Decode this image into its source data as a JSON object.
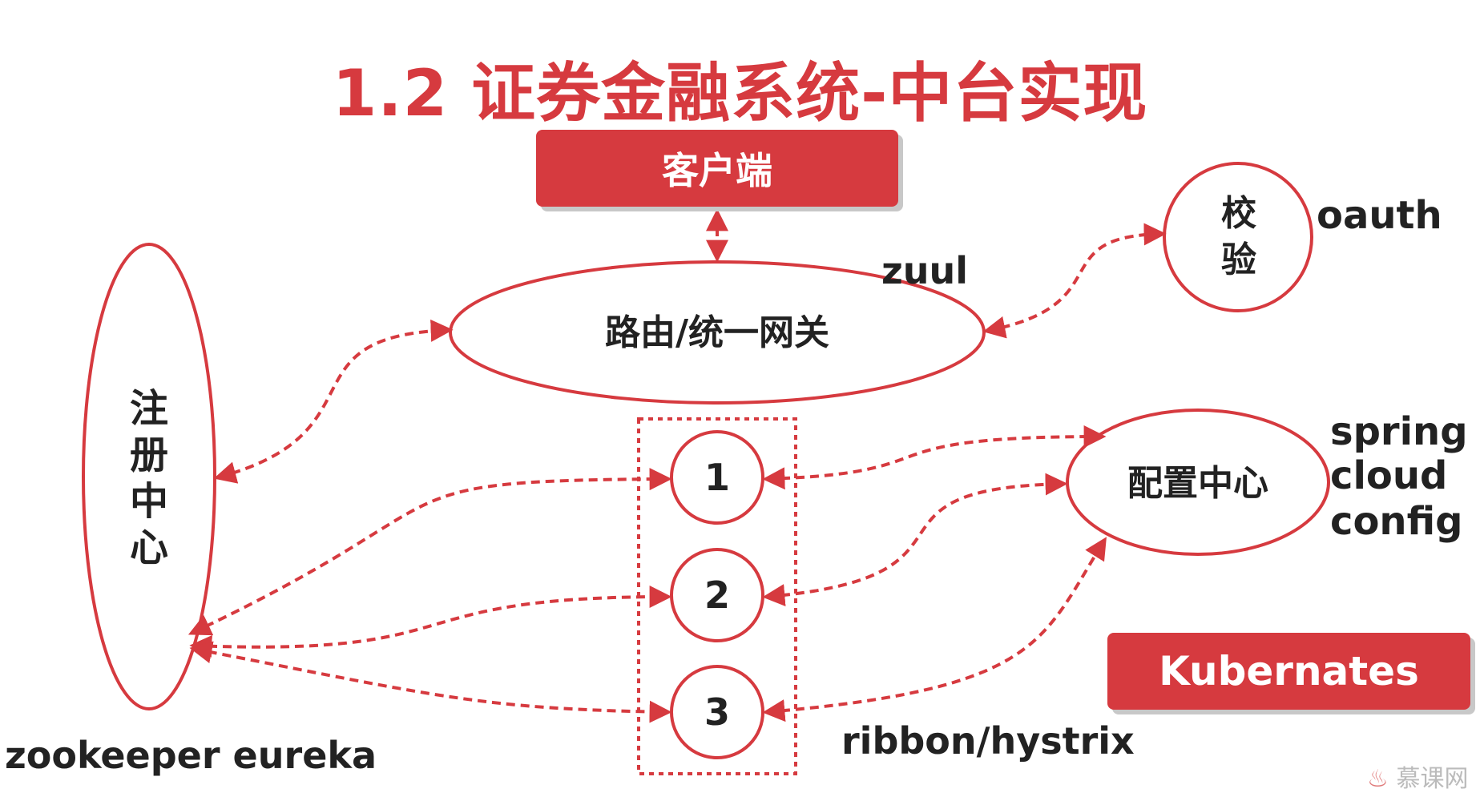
{
  "title": "1.2 证券金融系统-中台实现",
  "client": {
    "label": "客户端"
  },
  "gateway": {
    "label": "路由/统一网关",
    "tech": "zuul"
  },
  "auth": {
    "label": "校验",
    "tech": "oauth"
  },
  "registry": {
    "label": "注册中心",
    "tech": "zookeeper eureka"
  },
  "services": [
    {
      "label": "1"
    },
    {
      "label": "2"
    },
    {
      "label": "3"
    }
  ],
  "config_center": {
    "label": "配置中心",
    "tech": [
      "spring",
      "cloud",
      "config"
    ]
  },
  "kubernetes": {
    "label": "Kubernates"
  },
  "client_lib": {
    "label": "ribbon/hystrix"
  },
  "watermark": {
    "label": "慕课网"
  },
  "colors": {
    "accent": "#d63a3f",
    "text": "#222222",
    "shadow": "#c8c8c8"
  }
}
